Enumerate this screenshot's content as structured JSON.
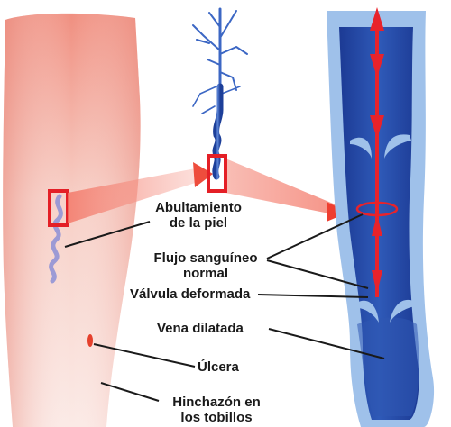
{
  "labels": {
    "skin_bulge": [
      "Abultamiento",
      "de la piel"
    ],
    "normal_flow": [
      "Flujo sanguíneo",
      "normal"
    ],
    "deformed_valve": "Válvula deformada",
    "dilated_vein": "Vena dilatada",
    "ulcer": "Úlcera",
    "ankle_swelling": [
      "Hinchazón en",
      "los tobillos"
    ]
  },
  "colors": {
    "leg_skin": "#f6c8bf",
    "vein_dark": "#1d3f99",
    "vein_mid": "#3c67c4",
    "vein_wall": "#9fc1ea",
    "arrow_red": "#e8232b",
    "highlight_box": "#e41f26",
    "ulcer": "#e5402c"
  }
}
